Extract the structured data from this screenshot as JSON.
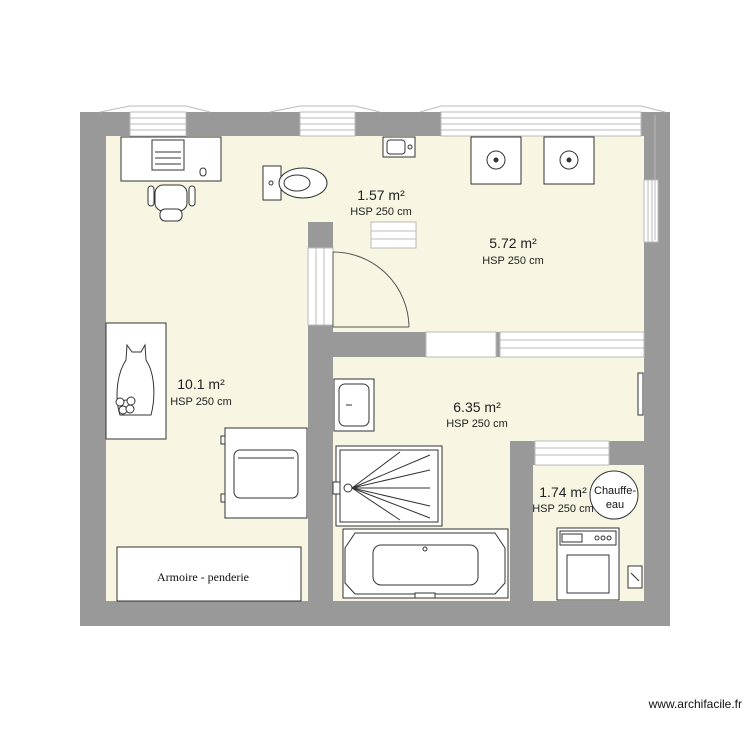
{
  "colors": {
    "wall": "#999999",
    "floor": "#f8f6e2",
    "window": "#ffffff",
    "line": "#333333"
  },
  "rooms": {
    "bedroom": {
      "area": "10.1 m²",
      "hsp": "HSP 250 cm"
    },
    "wc": {
      "area": "1.57 m²",
      "hsp": "HSP 250 cm"
    },
    "laundry": {
      "area": "5.72 m²",
      "hsp": "HSP 250 cm"
    },
    "bathroom": {
      "area": "6.35 m²",
      "hsp": "HSP 250 cm"
    },
    "utility": {
      "area": "1.74 m²",
      "hsp": "HSP 250 cm"
    }
  },
  "furniture": {
    "wardrobe": "Armoire - penderie",
    "boiler_line1": "Chauffe-",
    "boiler_line2": "eau"
  },
  "watermark": "www.archifacile.fr"
}
